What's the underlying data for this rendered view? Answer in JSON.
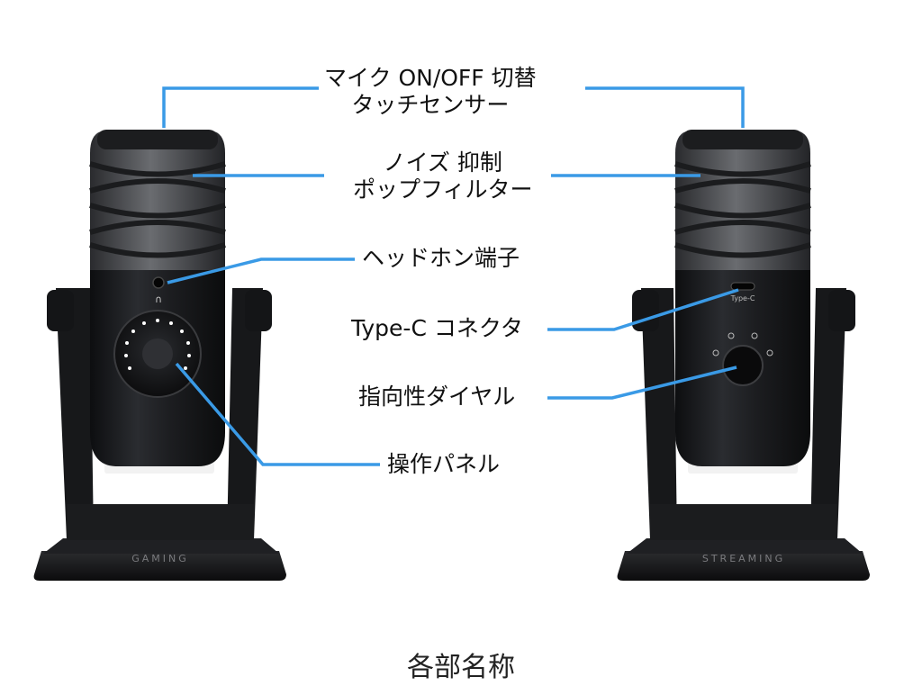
{
  "caption": "各部名称",
  "labels": {
    "mic_toggle": [
      "マイク ON/OFF 切替",
      "タッチセンサー"
    ],
    "pop_filter": [
      "ノイズ 抑制",
      "ポップフィルター"
    ],
    "headphone_jack": "ヘッドホン端子",
    "typec": "Type-C コネクタ",
    "dial": "指向性ダイヤル",
    "panel": "操作パネル"
  },
  "mic_markings": {
    "base_left": "GAMING",
    "base_right": "STREAMING",
    "port_label": "Type-C"
  },
  "colors": {
    "leader": "#3a9ae6",
    "body": "#1a1b1d",
    "grille": "#3a3c40",
    "light": "#f2f2f2"
  }
}
